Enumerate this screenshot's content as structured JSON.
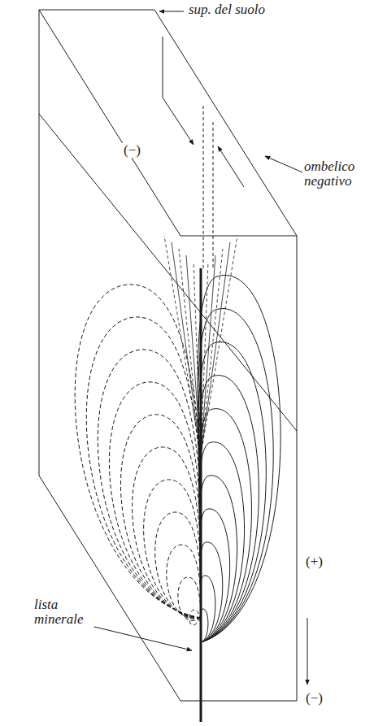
{
  "diagram": {
    "labels": [
      "sup. del suolo",
      "(−)",
      "ombelico negativo",
      "(+)",
      "(−)",
      "lista minerale"
    ]
  }
}
